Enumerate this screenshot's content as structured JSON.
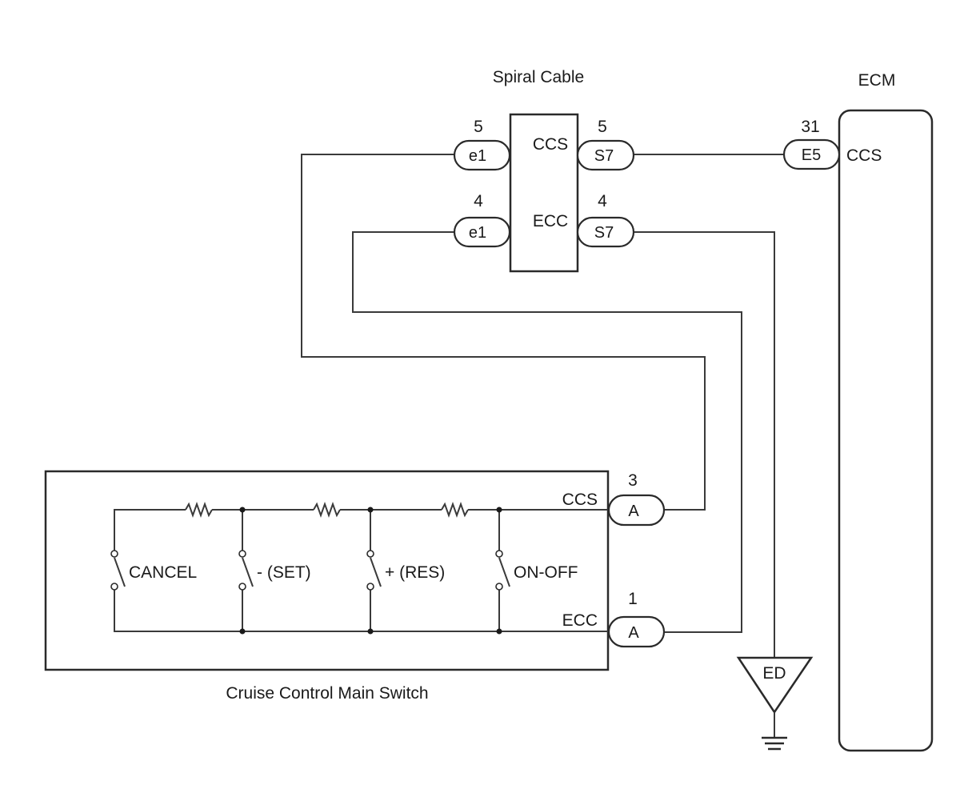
{
  "labels": {
    "spiral_cable": "Spiral Cable",
    "ecm": "ECM",
    "cruise_switch": "Cruise Control Main Switch",
    "ed": "ED"
  },
  "spiral_cable": {
    "ccs_label": "CCS",
    "ecc_label": "ECC",
    "top_left_connector": "e1",
    "top_left_pin": "5",
    "top_right_connector": "S7",
    "top_right_pin": "5",
    "bottom_left_connector": "e1",
    "bottom_left_pin": "4",
    "bottom_right_connector": "S7",
    "bottom_right_pin": "4"
  },
  "ecm_connector": {
    "connector": "E5",
    "pin": "31",
    "terminal": "CCS"
  },
  "switch_module": {
    "ccs_label": "CCS",
    "ecc_label": "ECC",
    "ccs_connector": "A",
    "ccs_pin": "3",
    "ecc_connector": "A",
    "ecc_pin": "1",
    "switches": [
      "CANCEL",
      "- (SET)",
      "+ (RES)",
      "ON-OFF"
    ]
  }
}
